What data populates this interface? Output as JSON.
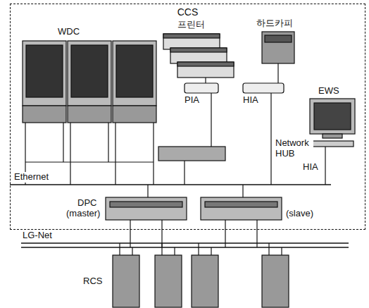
{
  "diagram": {
    "nodes": [
      {
        "text": [
          "CCS"
        ]
      }
    ],
    "labels": [
      "WDC",
      "프린터",
      "하드카피",
      "PIA",
      "HIA",
      "EWS",
      "HIA",
      "Network HUB",
      "Ethernet",
      "DPC",
      "(master)",
      "(slave)",
      "LG-Net",
      "RCS"
    ]
  }
}
